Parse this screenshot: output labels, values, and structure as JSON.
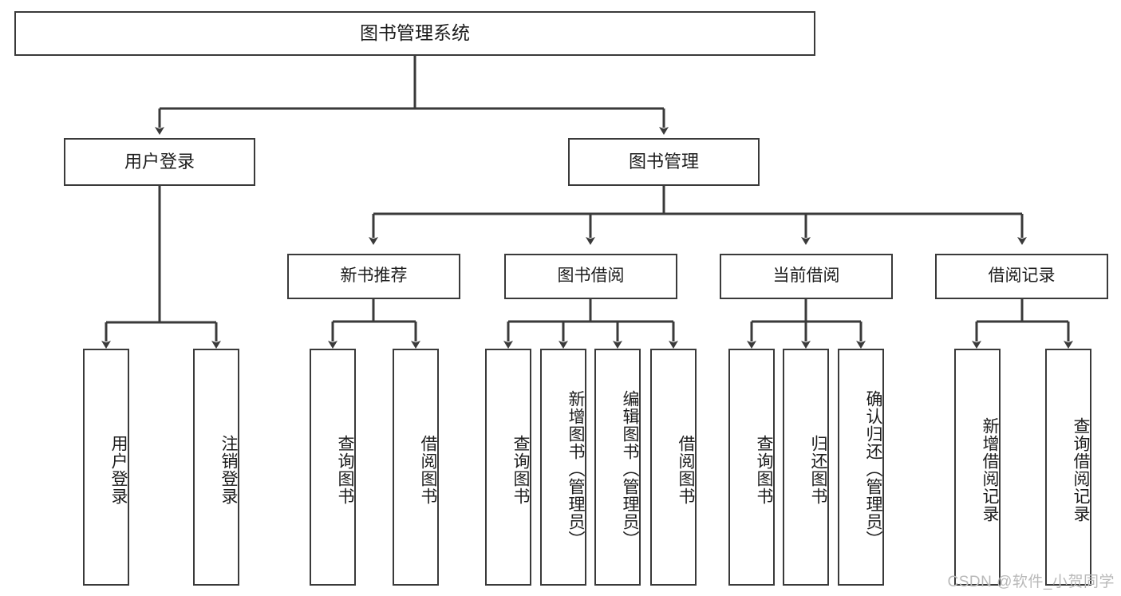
{
  "diagram": {
    "title": "图书管理系统",
    "type": "tree-hierarchy-diagram",
    "colors": {
      "box_border": "#3a3a3a",
      "box_fill": "#ffffff",
      "edge": "#3a3a3a",
      "text": "#1c1c1c",
      "watermark": "#b9b9b9",
      "background": "#ffffff"
    },
    "root": {
      "label": "图书管理系统"
    },
    "level2": [
      {
        "label": "用户登录"
      },
      {
        "label": "图书管理"
      }
    ],
    "level3": [
      {
        "label": "新书推荐"
      },
      {
        "label": "图书借阅"
      },
      {
        "label": "当前借阅"
      },
      {
        "label": "借阅记录"
      }
    ],
    "leaves": {
      "user_login": [
        {
          "label": "用户登录"
        },
        {
          "label": "注销登录"
        }
      ],
      "new_book_recommend": [
        {
          "label": "查询图书"
        },
        {
          "label": "借阅图书"
        }
      ],
      "book_borrow": [
        {
          "label": "查询图书"
        },
        {
          "label": "新增图书（管理员）"
        },
        {
          "label": "编辑图书（管理员）"
        },
        {
          "label": "借阅图书"
        }
      ],
      "current_borrow": [
        {
          "label": "查询图书"
        },
        {
          "label": "归还图书"
        },
        {
          "label": "确认归还（管理员）"
        }
      ],
      "borrow_record": [
        {
          "label": "新增借阅记录"
        },
        {
          "label": "查询借阅记录"
        }
      ]
    }
  },
  "watermark": {
    "text": "CSDN @软件_小贺同学"
  }
}
